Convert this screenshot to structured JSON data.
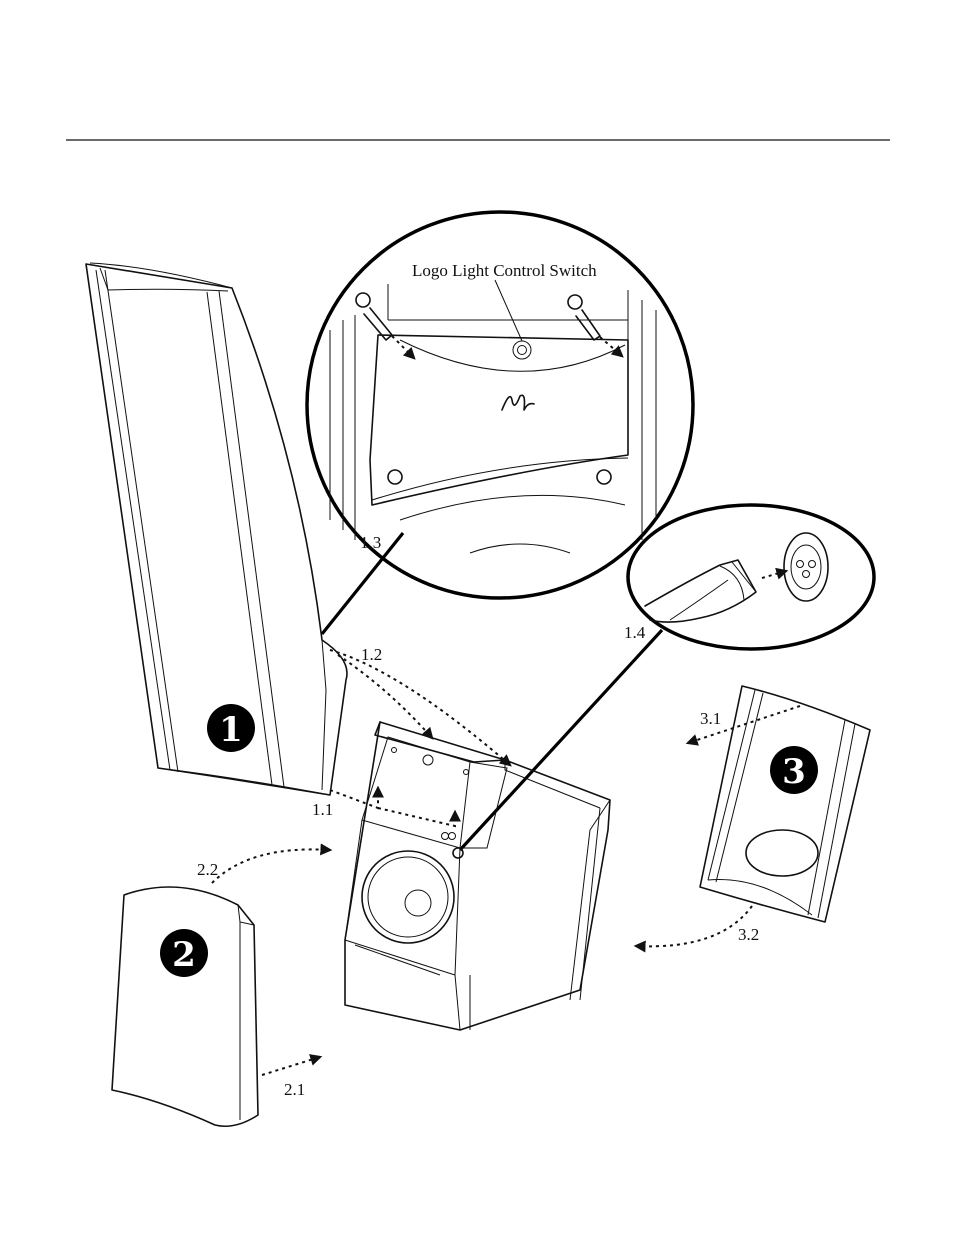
{
  "callout_title": "Logo Light Control Switch",
  "step_labels": {
    "s1_1": "1.1",
    "s1_2": "1.2",
    "s1_3": "1.3",
    "s1_4": "1.4",
    "s2_1": "2.1",
    "s2_2": "2.2",
    "s3_1": "3.1",
    "s3_2": "3.2"
  },
  "part_badges": {
    "p1": "1",
    "p2": "2",
    "p3": "3"
  },
  "colors": {
    "line": "#111111",
    "badge": "#000000",
    "background": "#ffffff"
  }
}
